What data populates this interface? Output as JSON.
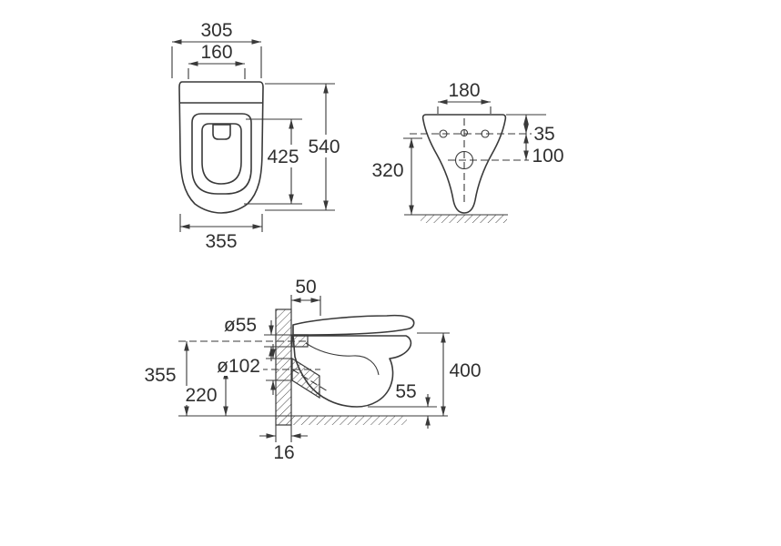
{
  "colors": {
    "line": "#3a3a3a",
    "text": "#2f2f2f",
    "background": "#ffffff"
  },
  "plan": {
    "d305": "305",
    "d160": "160",
    "d425": "425",
    "d540": "540",
    "d355": "355"
  },
  "front": {
    "d180": "180",
    "d35": "35",
    "d100": "100",
    "d320": "320"
  },
  "side": {
    "d50": "50",
    "dia55": "ø55",
    "dia102": "ø102",
    "d355": "355",
    "d220": "220",
    "d55": "55",
    "d400": "400",
    "d16": "16"
  }
}
